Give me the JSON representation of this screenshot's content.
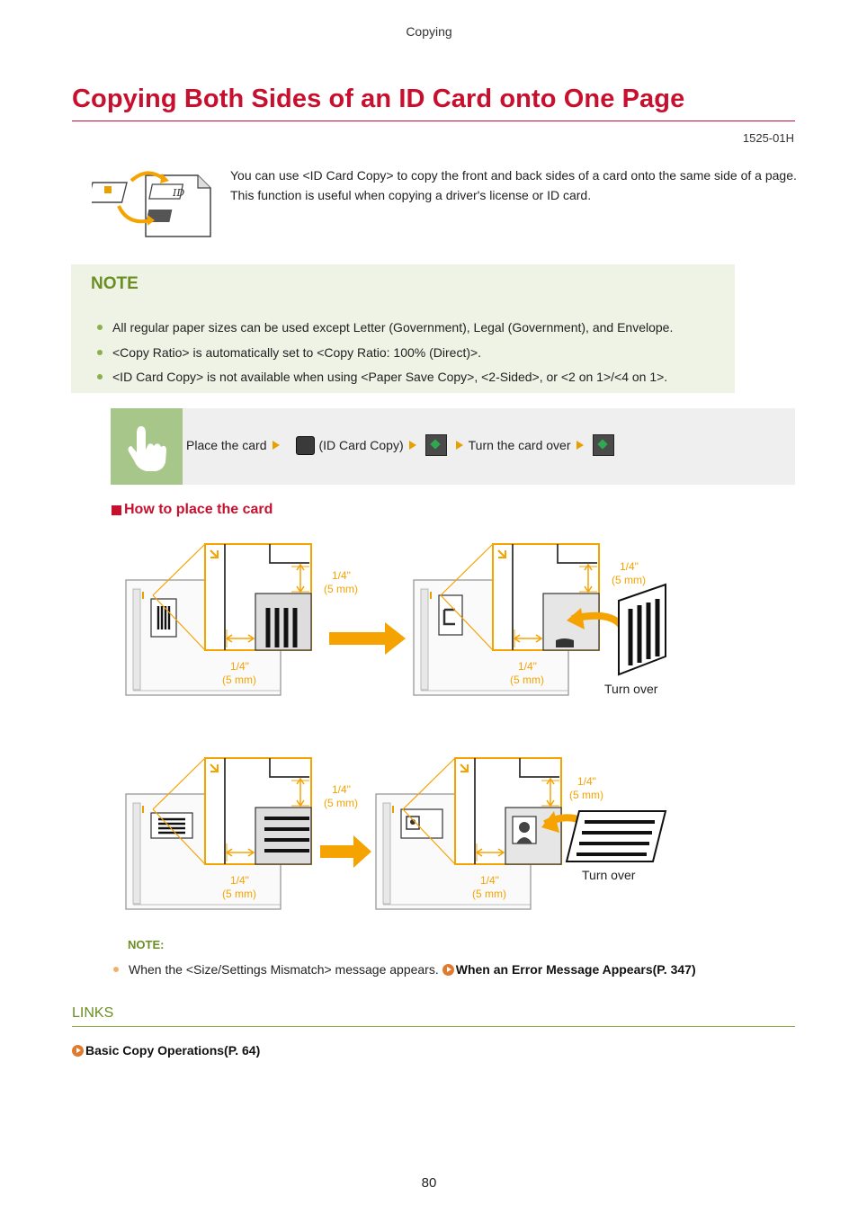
{
  "header": {
    "running_title": "Copying"
  },
  "title": "Copying Both Sides of an ID Card onto One Page",
  "doc_id": "1525-01H",
  "intro": {
    "icon": "id-card-copy-icon",
    "text": "You can use <ID Card Copy> to copy the front and back sides of a card onto the same side of a page. This function is useful when copying a driver's license or ID card."
  },
  "note": {
    "heading": "NOTE",
    "items": [
      "All regular paper sizes can be used except Letter (Government), Legal (Government), and Envelope.",
      "<Copy Ratio> is automatically set to <Copy Ratio: 100% (Direct)>.",
      "<ID Card Copy> is not available when using <Paper Save Copy>, <2-Sided>, or <2 on 1>/<4 on 1>."
    ]
  },
  "steps": {
    "icon": "hand-touch-icon",
    "place_card": "Place the card",
    "id_card_copy": "(ID Card Copy)",
    "turn_over": "Turn the card over"
  },
  "section": {
    "heading": "How to place the card"
  },
  "figure": {
    "margin_label_top": "1/4\"",
    "margin_label_bottom": "(5 mm)",
    "turn_over": "Turn over"
  },
  "note2": {
    "heading": "NOTE:",
    "text": "When the <Size/Settings Mismatch> message appears.",
    "link": "When an Error Message Appears(P. 347)"
  },
  "links": {
    "heading": "LINKS",
    "items": [
      "Basic Copy Operations(P. 64)"
    ]
  },
  "footer": {
    "page_number": "80"
  },
  "colors": {
    "title_red": "#c8102e",
    "note_green": "#6b8e23",
    "note_bg": "#eef3e5",
    "arrow_orange": "#f5a300"
  }
}
